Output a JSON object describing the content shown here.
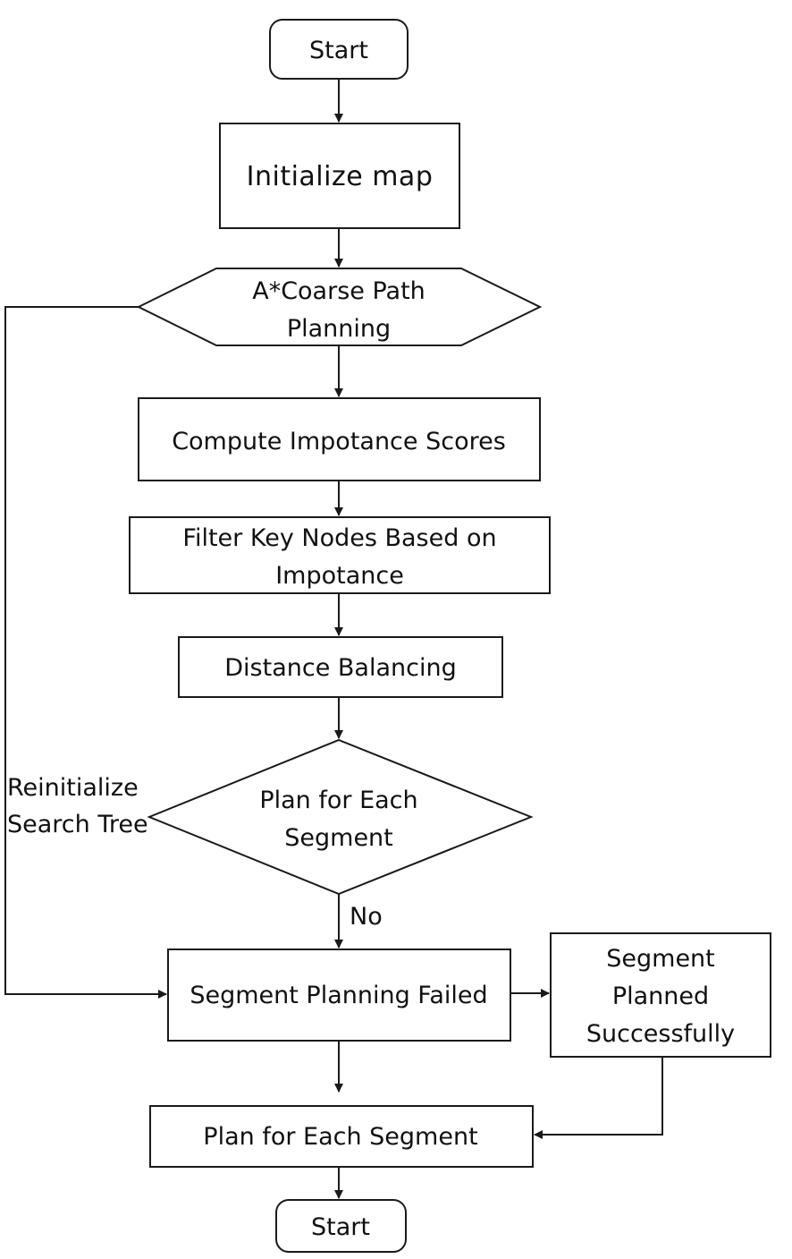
{
  "nodes": {
    "start_top": "Start",
    "init_map": "Initialize  map",
    "coarse_line1": "A*Coarse Path",
    "coarse_line2": "Planning",
    "compute": "Compute Impotance Scores",
    "filter_line1": "Filter Key Nodes Based on",
    "filter_line2": "Impotance",
    "distance": "Distance Balancing",
    "decision_line1": "Plan for Each",
    "decision_line2": "Segment",
    "failed": "Segment Planning Failed",
    "success_line1": "Segment",
    "success_line2": "Planned",
    "success_line3": "Successfully",
    "plan_each": "Plan for Each Segment",
    "start_bottom": "Start"
  },
  "edge_labels": {
    "no": "No",
    "reinit_line1": "Reinitialize",
    "reinit_line2": "Search Tree"
  }
}
